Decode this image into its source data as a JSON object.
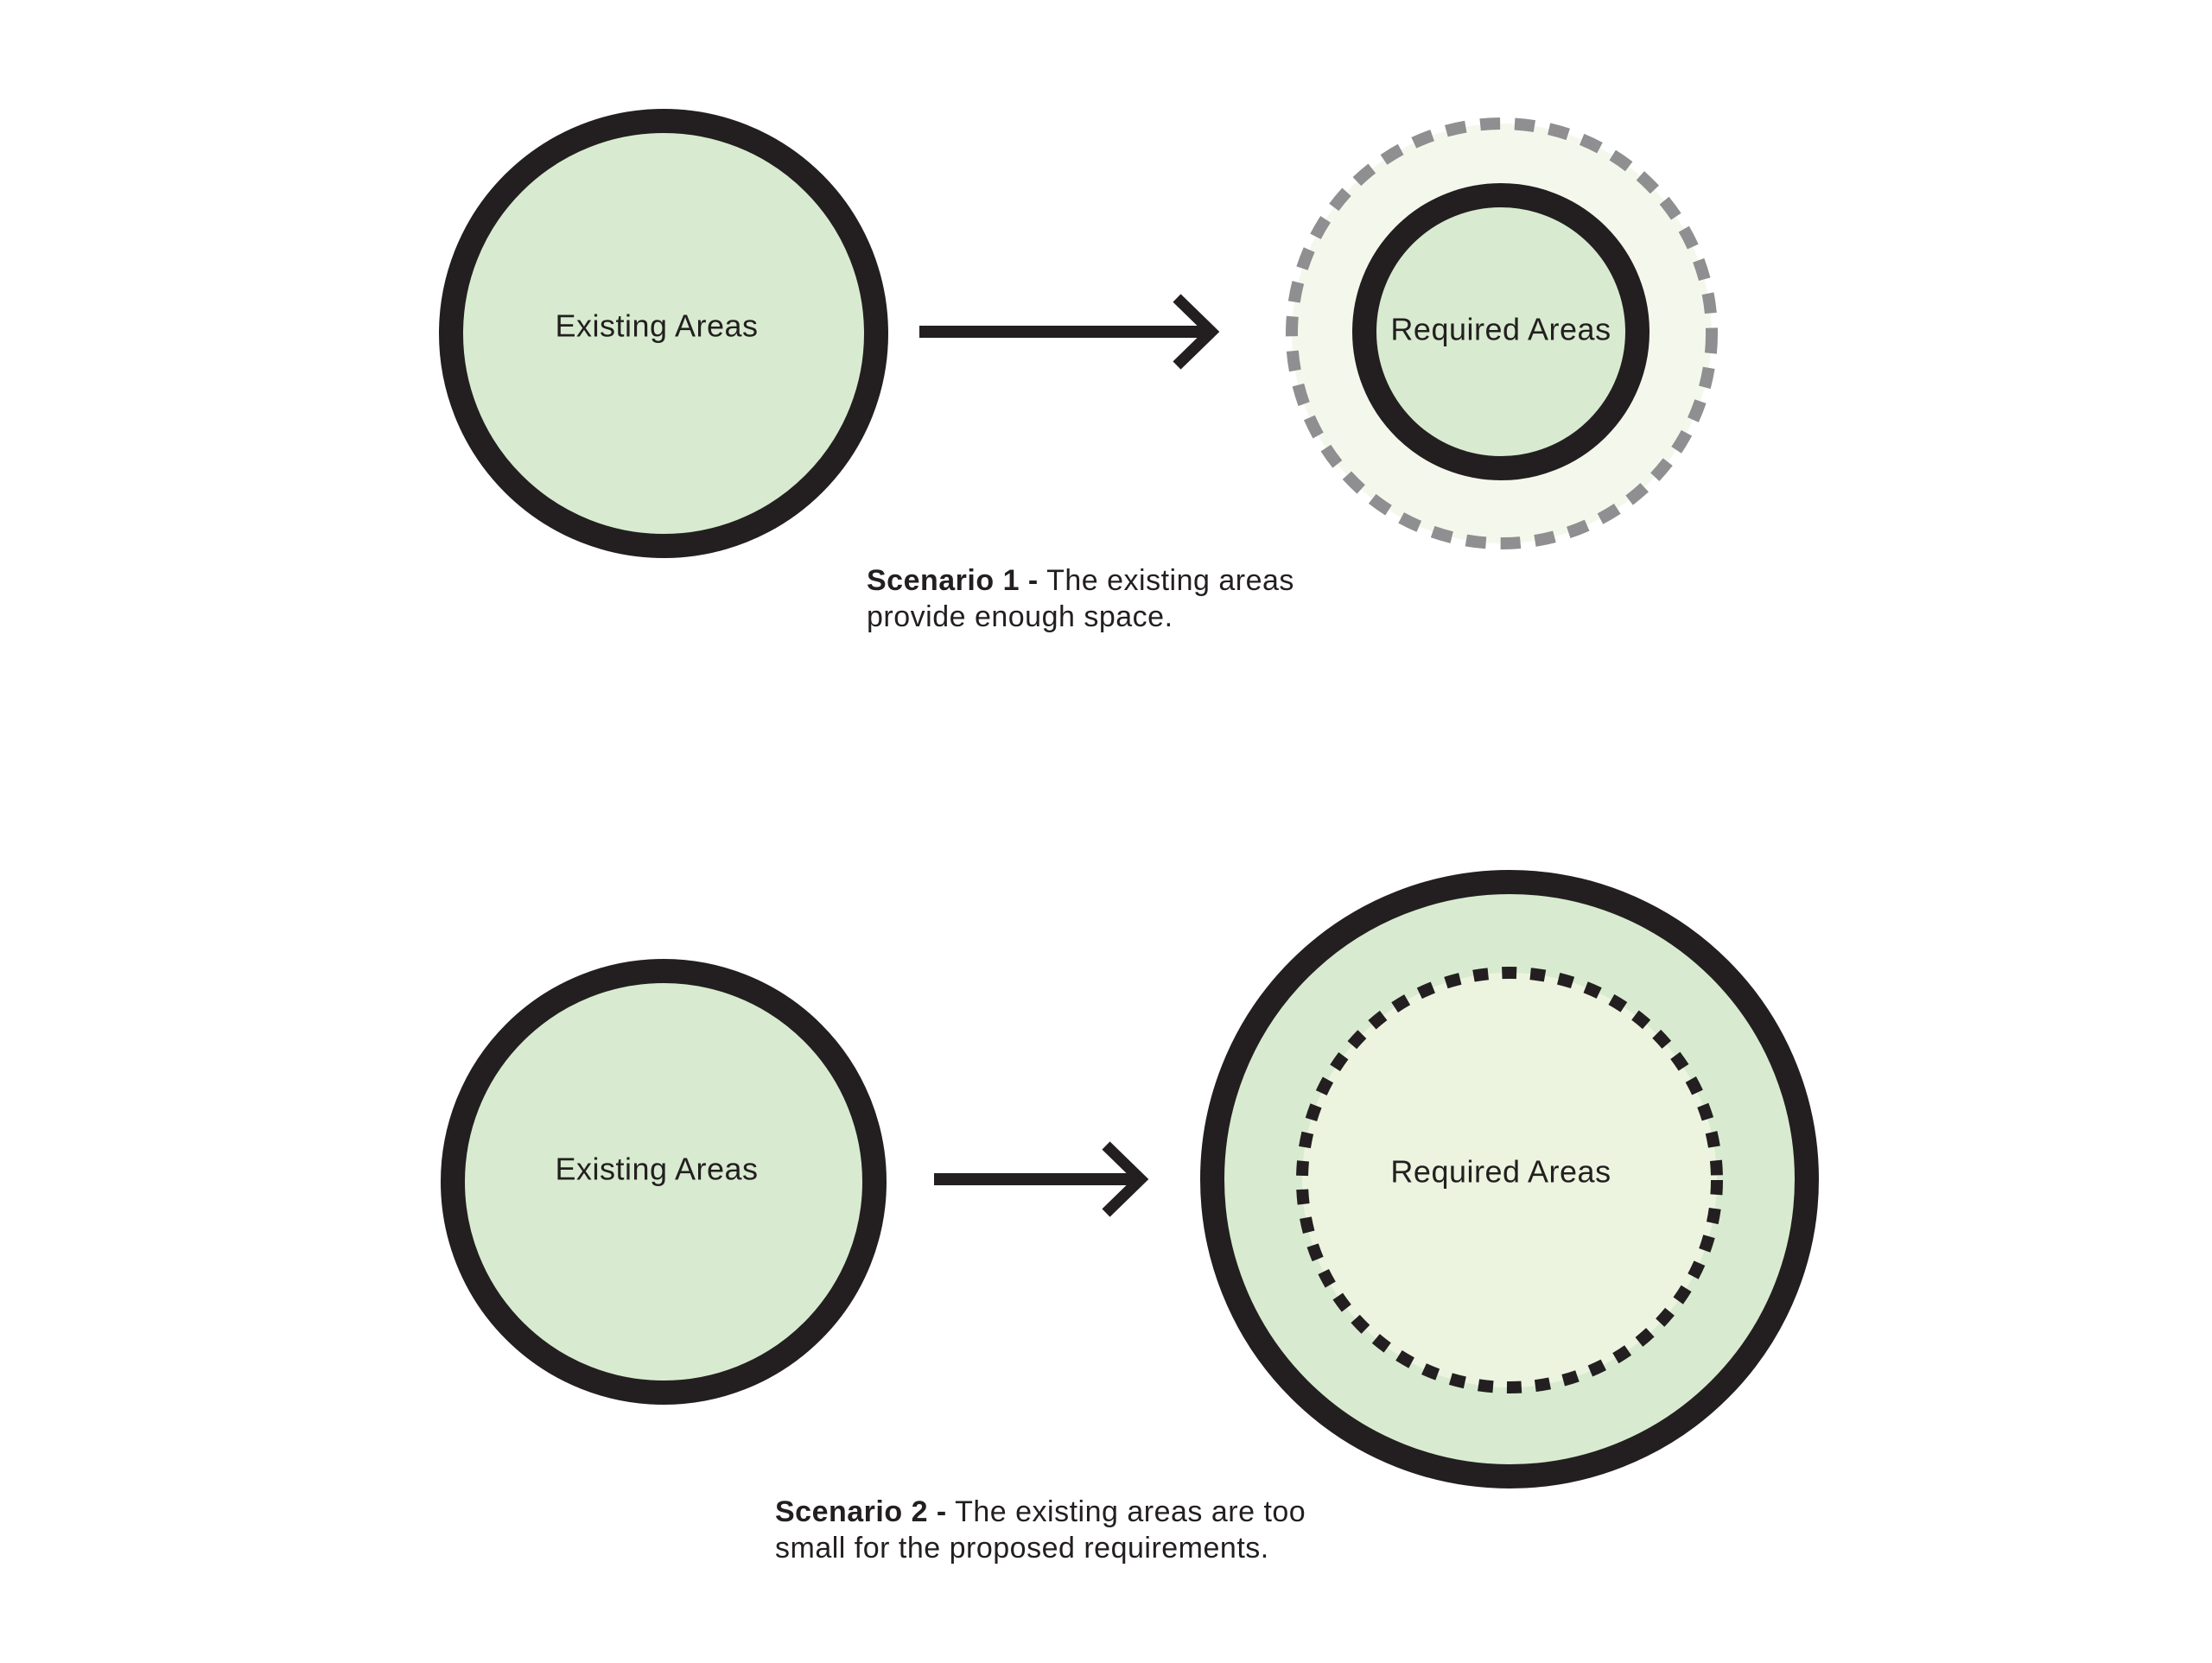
{
  "colors": {
    "outline": "#231f20",
    "fill_green": "#d8ebd0",
    "fill_light": "#ecf4df",
    "fill_pale": "#f4f8ec",
    "dash_gray": "#8f8f91",
    "background": "#ffffff"
  },
  "scenario1": {
    "existing_label": "Existing Areas",
    "required_label": "Required Areas",
    "caption_bold": "Scenario 1 -",
    "caption_line1": "The existing areas",
    "caption_line2": "provide enough space."
  },
  "scenario2": {
    "existing_label": "Existing Areas",
    "required_label": "Required Areas",
    "caption_bold": "Scenario 2 -",
    "caption_line1": "The existing areas are too",
    "caption_line2": "small for the proposed requirements."
  }
}
